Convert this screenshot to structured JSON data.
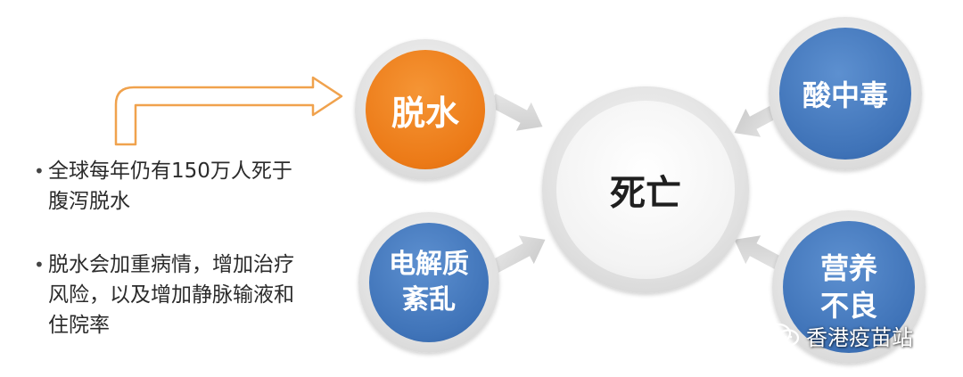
{
  "bullets": [
    {
      "lines": [
        "全球每年仍有150万人死于",
        "腹泻脱水"
      ]
    },
    {
      "lines": [
        "脱水会加重病情，增加治疗",
        "风险，以及增加静脉输液和",
        "住院率"
      ]
    }
  ],
  "bullet_marker": "•",
  "nodes": {
    "dehydration": {
      "lines": [
        "脱水"
      ]
    },
    "death": {
      "lines": [
        "死亡"
      ]
    },
    "acidosis": {
      "lines": [
        "酸中毒"
      ]
    },
    "electrolyte": {
      "lines": [
        "电解质",
        "紊乱"
      ]
    },
    "malnutrition": {
      "lines": [
        "营养",
        "不良"
      ]
    }
  },
  "watermark": {
    "text": "香港疫苗站",
    "icon": "wechat-icon"
  },
  "colors": {
    "blue": "#3f73b8",
    "orange": "#ec7a17",
    "arrow_outline": "#f0a24d",
    "gray_arrow": "#d6d6d6",
    "text": "#2b2b2b"
  }
}
